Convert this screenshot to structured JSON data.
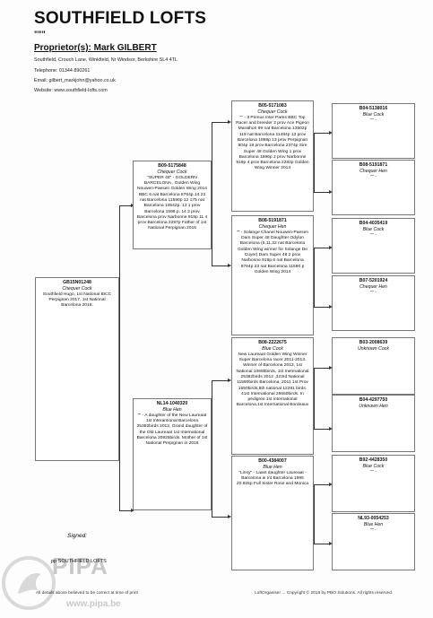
{
  "header": {
    "loft_name": "SOUTHFIELD LOFTS",
    "quote_mark": "\"\"\"",
    "proprietor": "Proprietor(s): Mark GILBERT",
    "address": "Southfield, Crouch Lane, Winkfield, Nr Windsor, Berkshire SL4 4TL",
    "telephone": "Telephone: 01344 890261",
    "email": "Email: gilbert_markjohn@yahoo.co.uk",
    "website": "Website: www.southfield-lofts.com"
  },
  "pedigree": {
    "subject": {
      "ring": "GB15N01248",
      "sex": "Chequer Cock",
      "desc": "Southfield Hugo, 1st National BICC Perpignan 2017, 1st National Barcelona 2018."
    },
    "sire": {
      "ring": "B09-5175848",
      "sex": "Chequer Cock",
      "desc": "\"SUPER 48\" - GOLDERN BARCELONA , Golden Wing Nouwen-Paesen Golden Wing 2014 BBC 6 nat Barcelona 8764p.14 23 nat Barcelona 11590p 12 175 nat Barcelona 10542p. 13 1 prov Barcelona 1598 p. 14 2 prov Barcelona prov Narbonne 919p 11 4 prov Barcelona 2297p Father of 1st National Perpignan 2016"
    },
    "dam": {
      "ring": "NL14-1040320",
      "sex": "Blue Hen",
      "desc": "\"\" - A daughter of the New Laureaat 1st Interantional Barcelona 25382birds 2012, Grand daughter of the Old Laureaat 1st International Barcelona 20925birds. Mother of 1st National Perpignan in 2016"
    },
    "sire_sire": {
      "ring": "B05-5171083",
      "sex": "Chequer Cock",
      "desc": "\"\" - 3 Primus Inter Pares BBC Top Racer and breeder 2 prov Ace Pigeon Marathon 99 nat Barcelona 13502p 119 nat Barcelona 11484p 13 prov Barcelona 1898p 13 prov Perpignan 804p 18 prov Barcelona 2374p Sire Super 48 Golden Wing 1 prov Barcelona 1596p 2 prov Narbonne 919p 4 prov Barcelona 2292p Golden Wing Winner 2014"
    },
    "sire_dam": {
      "ring": "B08-5191871",
      "sex": "Chequer Hen",
      "desc": "\"\" - Solange Chanel Nouwen-Paesen Dam Super 48 Daughter Odylon Barcelona (5,11,32 nat Barcelona Golden Wing winner for Solange De Cuyer) Dam Super 48 2 prov Narbonne 919p 6 nat Barcelona 8764p 23 nat Barcelona 11590 p Golden Wing 2014"
    },
    "dam_sire": {
      "ring": "B08-2222675",
      "sex": "Blue Cock",
      "desc": "New Laureaat Golden Wing Winner Super Barcelona racer 2011-2013. Winner of Barcelona 2013, 1st National 10685birds, 1st Inetrnational 25382birds 2012 ,323rd National 11590birds Barcelona, 2011 1st Prov 1550birds,8th national 12281 birds. 41st International 26650birds. In pedigree 1st international Barcelona,1st International Bordeaux"
    },
    "dam_dam": {
      "ring": "B00-4384007",
      "sex": "Blue Hen",
      "desc": "\"Linsy\" - Laast daughter Laureaat - Barcelona ie Int Barcelona 1995 20.925p Full Sister Rose and Monica"
    },
    "g1": {
      "ring": "B04-5138016",
      "sex": "Blue Cock",
      "desc": "\"\" -"
    },
    "g2": {
      "ring": "B08-5191871",
      "sex": "Chequer Hen",
      "desc": "\"\" -"
    },
    "g3": {
      "ring": "B04-4035419",
      "sex": "Blue Cock",
      "desc": "\"\" -"
    },
    "g4": {
      "ring": "B07-5201924",
      "sex": "Chequer Hen",
      "desc": "\"\" -"
    },
    "g5": {
      "ring": "B03-2008639",
      "sex": "Unknown Cock",
      "desc": ""
    },
    "g6": {
      "ring": "B04-4297750",
      "sex": "Unknown Hen",
      "desc": ""
    },
    "g7": {
      "ring": "B92-4428350",
      "sex": "Blue Cock",
      "desc": "\"\" -"
    },
    "g8": {
      "ring": "NL93-0054253",
      "sex": "Blue Hen",
      "desc": "\"\" -"
    }
  },
  "footer": {
    "signed_label": "Signed:",
    "signer": "pp SOUTHFIELD LOFTS",
    "disclaimer": "All details above believed to be correct at time of print",
    "copyright": "LoftOrganiser ... Copyright © 2018 by PBO Solutions. All rights reserved."
  },
  "watermark": {
    "text": "PIPA",
    "url": "www.pipa.be"
  }
}
